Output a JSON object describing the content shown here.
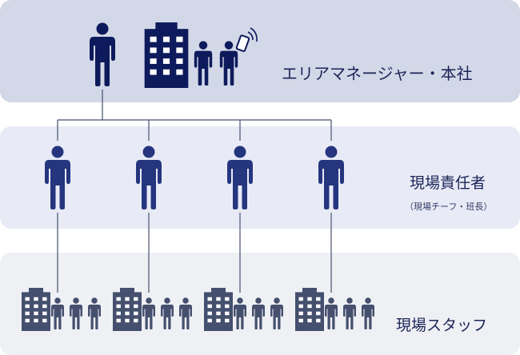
{
  "levels": {
    "top": {
      "label": "エリアマネージャー・本社"
    },
    "middle": {
      "label": "現場責任者",
      "sublabel": "（現場チーフ・班長）"
    },
    "bottom": {
      "label": "現場スタッフ"
    }
  },
  "colors": {
    "top_band": "#d3d8e8",
    "middle_band": "#e8ebf6",
    "bottom_band": "#eef0f4",
    "manager_figure": "#0d1a5c",
    "chief_figure": "#25367e",
    "staff_figure": "#454f6e",
    "connector_line": "#45506e",
    "text": "#1b2457"
  },
  "icons": [
    "person-icon",
    "office-building-icon",
    "smartphone-signal-icon"
  ]
}
